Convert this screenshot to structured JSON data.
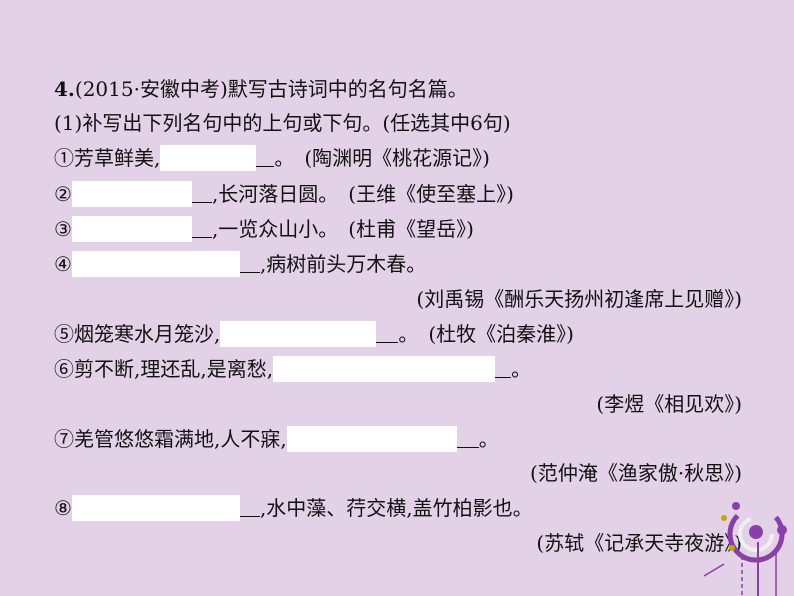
{
  "question": {
    "number": "4.",
    "title": "(2015·安徽中考)默写古诗词中的名句名篇。",
    "subtitle": "(1)补写出下列名句中的上句或下句。(任选其中6句)"
  },
  "items": [
    {
      "marker": "①",
      "before": "芳草鲜美,",
      "after": "。",
      "source": "(陶渊明《桃花源记》)"
    },
    {
      "marker": "②",
      "before": "",
      "after": ",长河落日圆。",
      "source": "(王维《使至塞上》)"
    },
    {
      "marker": "③",
      "before": "",
      "after": ",一览众山小。",
      "source": "(杜甫《望岳》)"
    },
    {
      "marker": "④",
      "before": "",
      "after": ",病树前头万木春。",
      "source": "(刘禹锡《酬乐天扬州初逢席上见赠》)"
    },
    {
      "marker": "⑤",
      "before": "烟笼寒水月笼沙,",
      "after": "。",
      "source": "(杜牧《泊秦淮》)"
    },
    {
      "marker": "⑥",
      "before": "剪不断,理还乱,是离愁,",
      "after": "。",
      "source": "(李煜《相见欢》)"
    },
    {
      "marker": "⑦",
      "before": "羌管悠悠霜满地,人不寐,",
      "after": "。",
      "source": "(范仲淹《渔家傲·秋思》)"
    },
    {
      "marker": "⑧",
      "before": "",
      "after": ",水中藻、荇交横,盖竹柏影也。",
      "source": "(苏轼《记承天寺夜游》)"
    }
  ],
  "colors": {
    "background": "#e3d1e8",
    "blank": "#ffffff",
    "accent": "#8a3fa6"
  }
}
